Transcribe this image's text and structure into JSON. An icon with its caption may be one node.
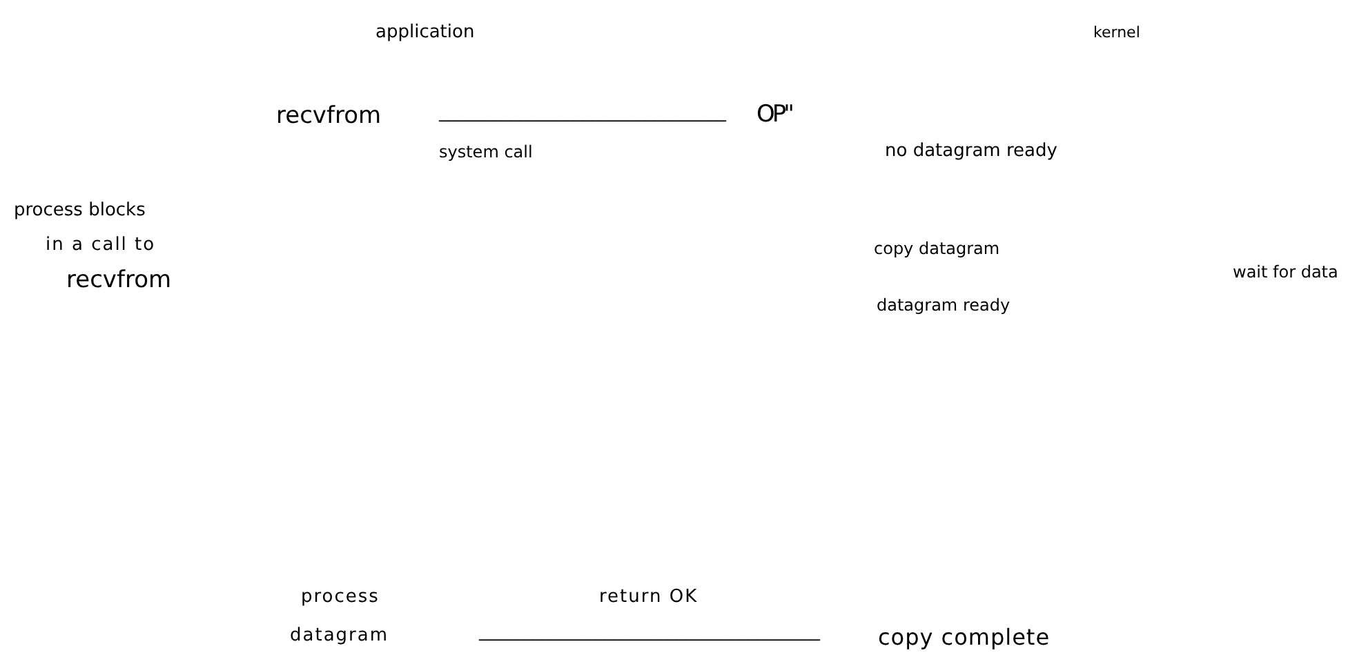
{
  "diagram": {
    "labels": [
      "application",
      "kernel",
      "recvfrom",
      "________________________________",
      "OP\"",
      "system call",
      "no datagram ready",
      "wait for data",
      "process blocks",
      "in a call to",
      "copy datagram",
      "recvfrom",
      "datagram ready",
      "process",
      "return OK",
      "datagram",
      "______________________________________",
      "copy complete"
    ]
  }
}
